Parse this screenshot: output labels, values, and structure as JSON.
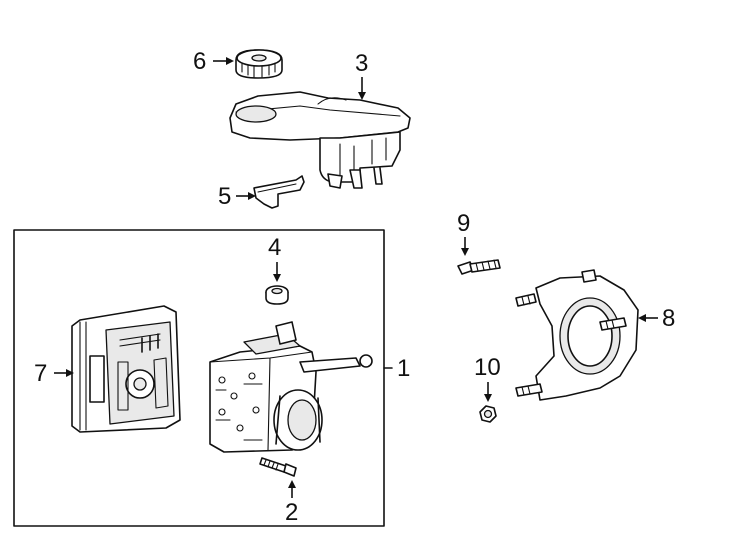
{
  "diagram": {
    "callouts": {
      "c1": "1",
      "c2": "2",
      "c3": "3",
      "c4": "4",
      "c5": "5",
      "c6": "6",
      "c7": "7",
      "c8": "8",
      "c9": "9",
      "c10": "10"
    },
    "parts": {
      "c1": "abs-modulator-assembly",
      "c2": "bolt",
      "c3": "brake-fluid-reservoir",
      "c4": "grommet",
      "c5": "reservoir-clip",
      "c6": "reservoir-cap",
      "c7": "control-module",
      "c8": "mounting-bracket",
      "c9": "bolt",
      "c10": "nut"
    }
  }
}
